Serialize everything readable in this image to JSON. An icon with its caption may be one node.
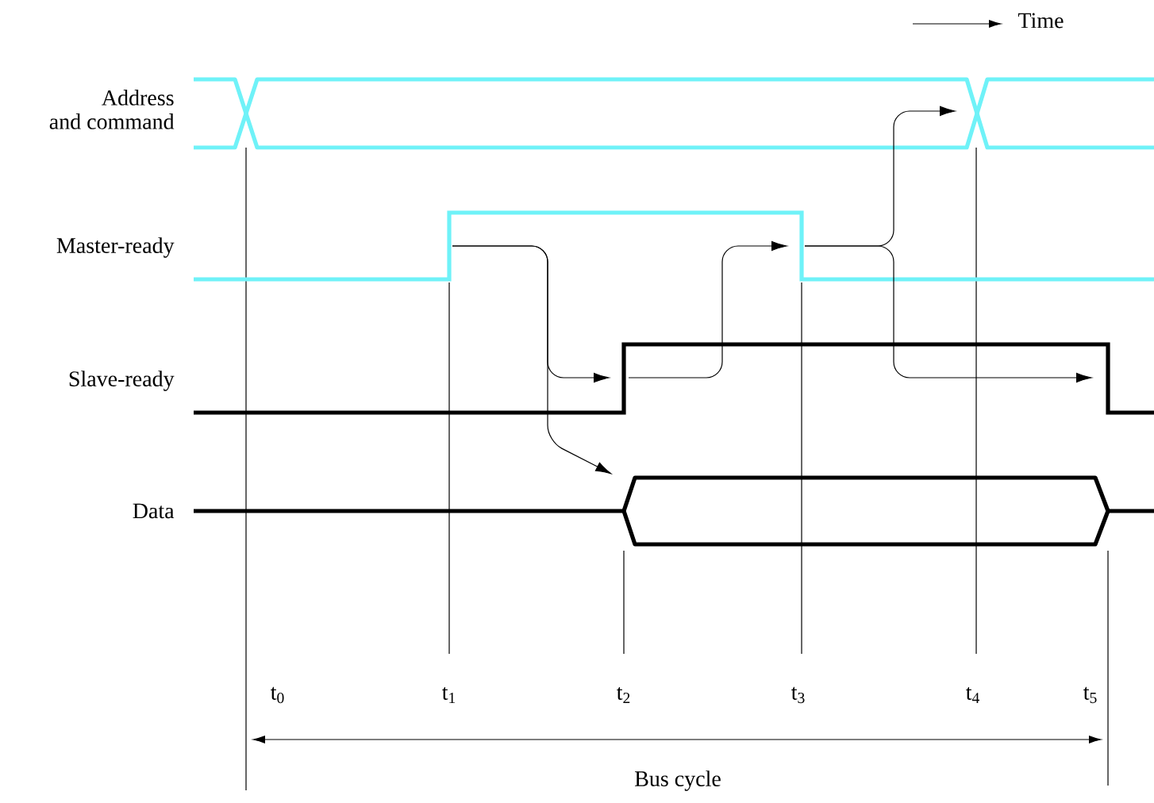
{
  "diagram": {
    "nodes": [
      {
        "text": [
          "Address and command"
        ]
      },
      {
        "text": [
          "Master-ready"
        ]
      },
      {
        "text": [
          "Slave-ready"
        ]
      },
      {
        "text": [
          "Data"
        ]
      }
    ],
    "edges": [
      {
        "from": 1,
        "to": 2,
        "arrow": "to"
      },
      {
        "from": 1,
        "to": 3,
        "arrow": "to"
      },
      {
        "from": 2,
        "to": 1,
        "arrow": "to"
      },
      {
        "from": 1,
        "to": 0,
        "arrow": "to"
      },
      {
        "from": 1,
        "to": 2,
        "arrow": "to"
      }
    ],
    "labels": [
      "Time",
      "t$_{0}$",
      "t$_{1}$",
      "t$_{2}$",
      "t$_{3}$",
      "t$_{4}$",
      "t$_{5}$",
      "Bus cycle"
    ]
  }
}
